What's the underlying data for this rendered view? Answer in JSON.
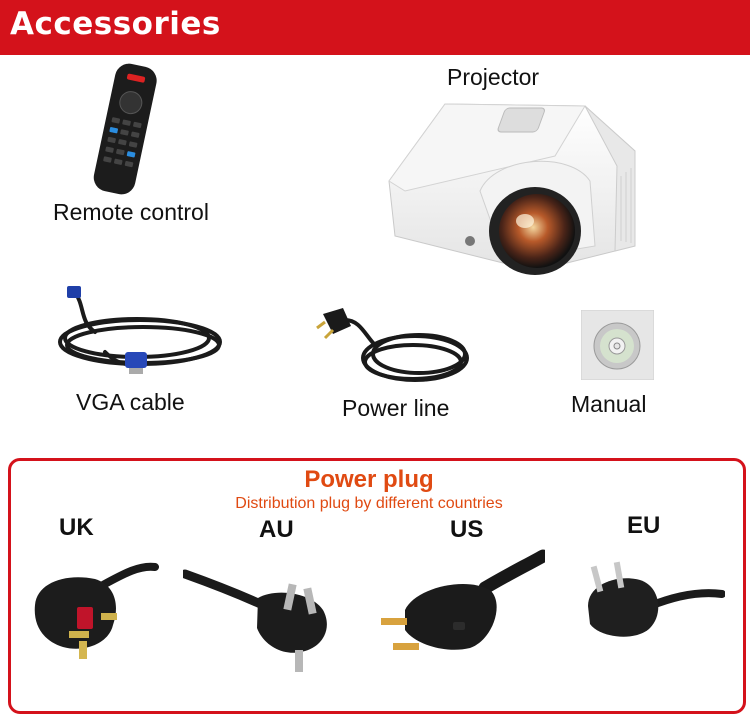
{
  "header": {
    "title": "Accessories"
  },
  "items": {
    "remote": "Remote control",
    "projector": "Projector",
    "vga": "VGA cable",
    "power_line": "Power line",
    "manual": "Manual"
  },
  "power_plug": {
    "title": "Power plug",
    "subtitle": "Distribution plug by different countries",
    "types": [
      "UK",
      "AU",
      "US",
      "EU"
    ]
  },
  "colors": {
    "brand": "#d4121b",
    "accent": "#e04a12"
  }
}
